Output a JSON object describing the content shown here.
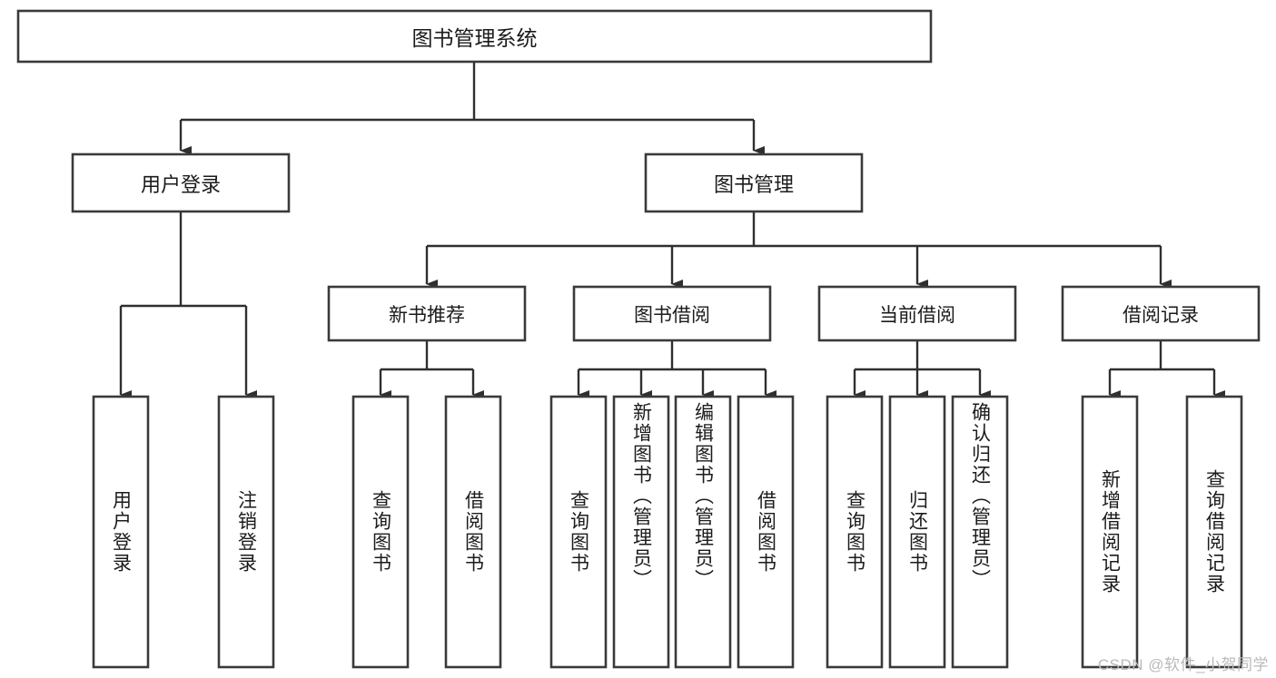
{
  "diagram": {
    "type": "tree-hierarchy-chart",
    "title": "图书管理系统",
    "orientation": "top-down",
    "levels": 4,
    "root": {
      "id": "root",
      "label": "图书管理系统",
      "level": 0
    },
    "level2": [
      {
        "id": "user-login",
        "label": "用户登录",
        "level": 1
      },
      {
        "id": "book-manage",
        "label": "图书管理",
        "level": 1
      }
    ],
    "level3": [
      {
        "id": "new-book-recommend",
        "label": "新书推荐",
        "level": 2,
        "parent": "book-manage"
      },
      {
        "id": "book-borrow",
        "label": "图书借阅",
        "level": 2,
        "parent": "book-manage"
      },
      {
        "id": "current-borrow",
        "label": "当前借阅",
        "level": 2,
        "parent": "book-manage"
      },
      {
        "id": "borrow-record",
        "label": "借阅记录",
        "level": 2,
        "parent": "book-manage"
      }
    ],
    "leaves": [
      {
        "id": "leaf-user-login",
        "label": "用户登录",
        "parent": "user-login"
      },
      {
        "id": "leaf-logout-login",
        "label": "注销登录",
        "parent": "user-login"
      },
      {
        "id": "leaf-query-book-1",
        "label": "查询图书",
        "parent": "new-book-recommend"
      },
      {
        "id": "leaf-borrow-book-1",
        "label": "借阅图书",
        "parent": "new-book-recommend"
      },
      {
        "id": "leaf-query-book-2",
        "label": "查询图书",
        "parent": "book-borrow"
      },
      {
        "id": "leaf-add-book",
        "label": "新增图书（管理员）",
        "parent": "book-borrow"
      },
      {
        "id": "leaf-edit-book",
        "label": "编辑图书（管理员）",
        "parent": "book-borrow"
      },
      {
        "id": "leaf-borrow-book-2",
        "label": "借阅图书",
        "parent": "book-borrow"
      },
      {
        "id": "leaf-query-book-3",
        "label": "查询图书",
        "parent": "current-borrow"
      },
      {
        "id": "leaf-return-book",
        "label": "归还图书",
        "parent": "current-borrow"
      },
      {
        "id": "leaf-confirm-return",
        "label": "确认归还（管理员）",
        "parent": "current-borrow"
      },
      {
        "id": "leaf-add-record",
        "label": "新增借阅记录",
        "parent": "borrow-record"
      },
      {
        "id": "leaf-query-record",
        "label": "查询借阅记录",
        "parent": "borrow-record"
      }
    ],
    "colors": {
      "box_fill": "#ffffff",
      "box_stroke": "#3a3a3a",
      "connector": "#2f2f2f",
      "text": "#1b1b1b",
      "background": "#ffffff",
      "watermark": "#b9b9b9"
    }
  },
  "watermark": {
    "text": "CSDN @软件_小贺同学"
  }
}
